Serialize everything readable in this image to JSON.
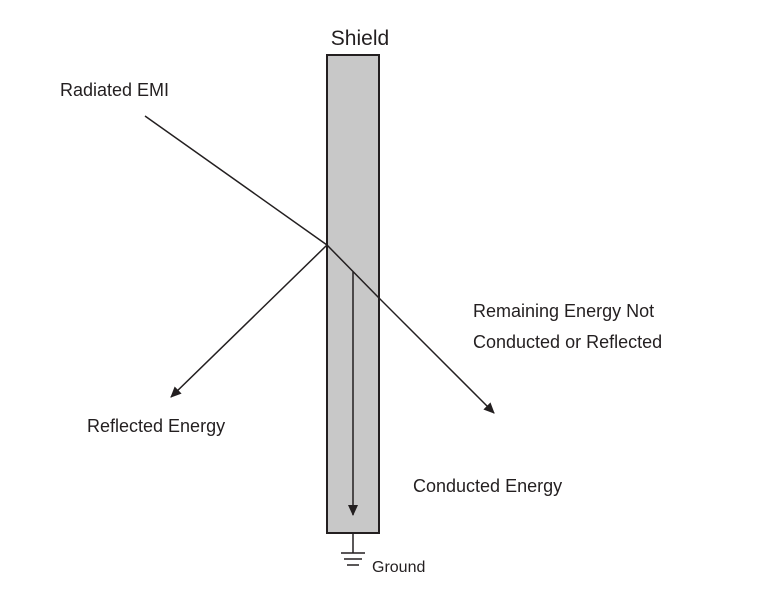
{
  "labels": {
    "shield": "Shield",
    "radiated_emi": "Radiated EMI",
    "remaining_line1": "Remaining Energy Not",
    "remaining_line2": "Conducted or Reflected",
    "reflected": "Reflected Energy",
    "conducted": "Conducted Energy",
    "ground": "Ground"
  },
  "colors": {
    "shield_fill": "#c8c8c8",
    "stroke": "#231f20",
    "background": "#ffffff"
  }
}
